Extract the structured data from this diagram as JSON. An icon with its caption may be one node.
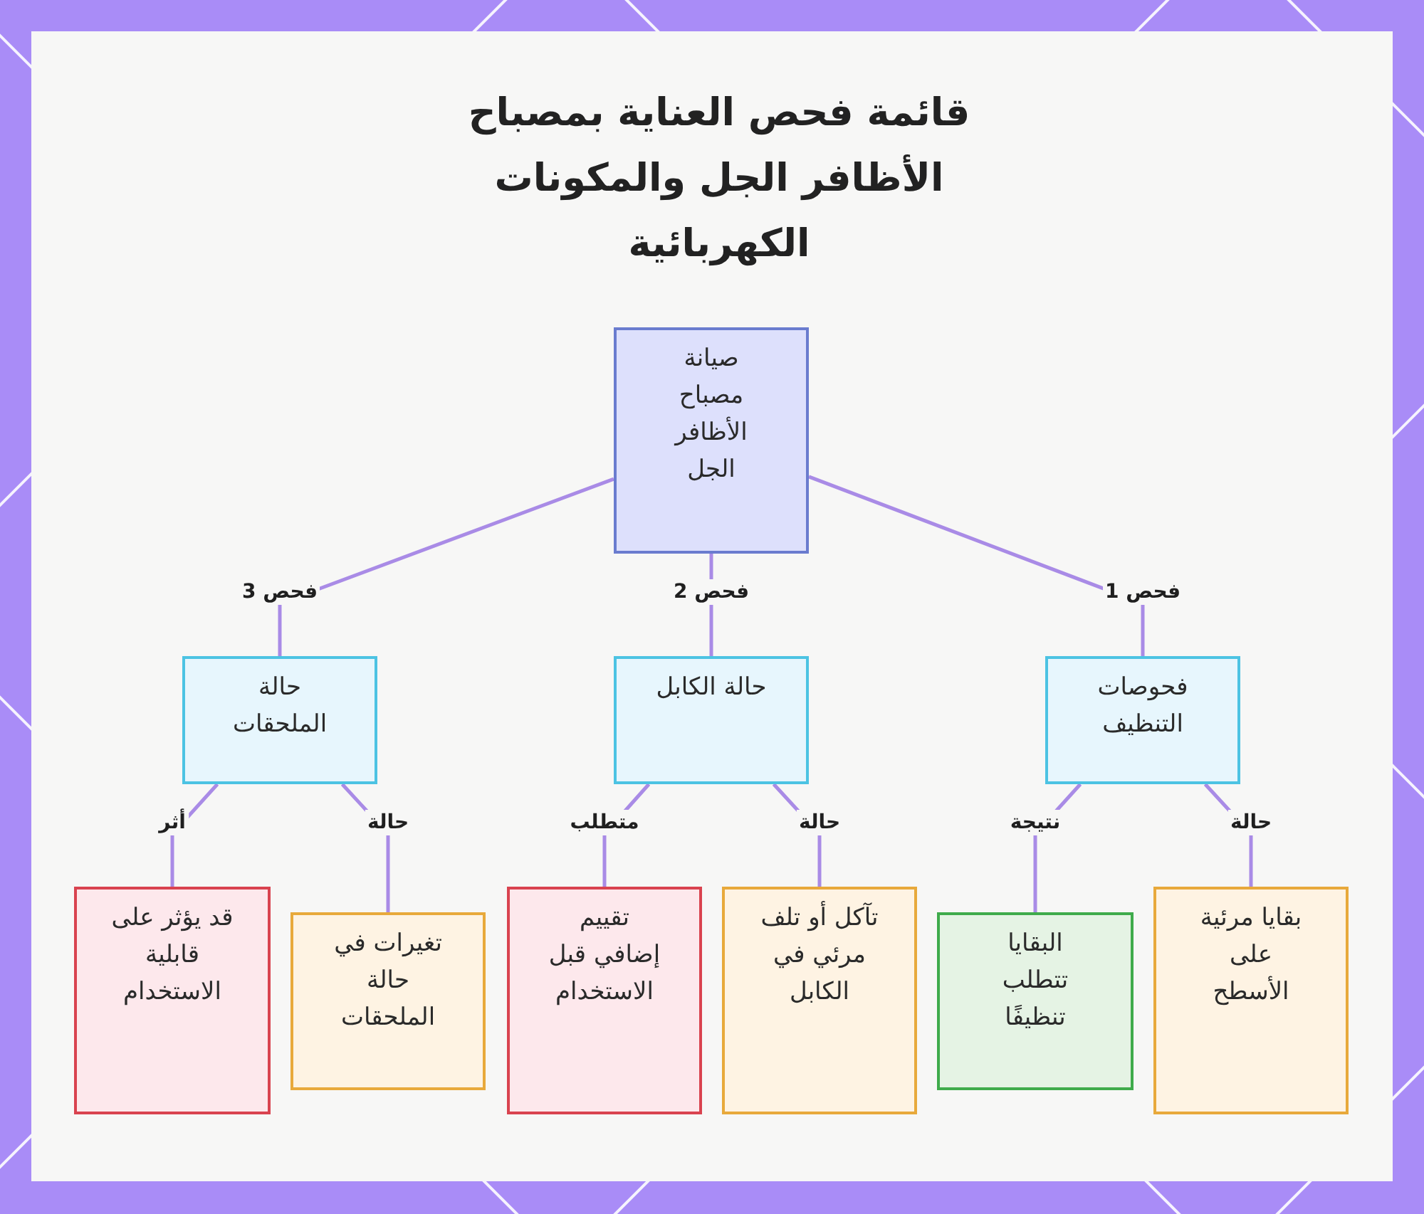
{
  "diagram": {
    "title": "قائمة فحص العناية بمصباح الأظافر الجل والمكونات الكهربائية",
    "nodes": [
      {
        "text": [
          "صيانة مصباح الأظافر الجل"
        ]
      },
      {
        "text": [
          "فحوصات التنظيف"
        ]
      },
      {
        "text": [
          "حالة الكابل"
        ]
      },
      {
        "text": [
          "حالة الملحقات"
        ]
      },
      {
        "text": [
          "بقايا مرئية على الأسطح"
        ]
      },
      {
        "text": [
          "البقايا تتطلب تنظيفًا"
        ]
      },
      {
        "text": [
          "تآكل أو تلف مرئي في الكابل"
        ]
      },
      {
        "text": [
          "تقييم إضافي قبل الاستخدام"
        ]
      },
      {
        "text": [
          "تغيرات في حالة الملحقات"
        ]
      },
      {
        "text": [
          "قد يؤثر على قابلية الاستخدام"
        ]
      }
    ],
    "edges": [
      {
        "from": 0,
        "to": 1,
        "arrow": "none",
        "label": "فحص 1"
      },
      {
        "from": 0,
        "to": 2,
        "arrow": "none",
        "label": "فحص 2"
      },
      {
        "from": 0,
        "to": 3,
        "arrow": "none",
        "label": "فحص 3"
      },
      {
        "from": 1,
        "to": 4,
        "arrow": "none",
        "label": "حالة"
      },
      {
        "from": 1,
        "to": 5,
        "arrow": "none",
        "label": "نتيجة"
      },
      {
        "from": 2,
        "to": 6,
        "arrow": "none",
        "label": "حالة"
      },
      {
        "from": 2,
        "to": 7,
        "arrow": "none",
        "label": "متطلب"
      },
      {
        "from": 3,
        "to": 8,
        "arrow": "none",
        "label": "حالة"
      },
      {
        "from": 3,
        "to": 9,
        "arrow": "none",
        "label": "أثر"
      }
    ]
  }
}
